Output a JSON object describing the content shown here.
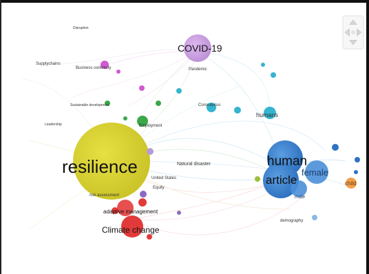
{
  "view": {
    "terms": [
      {
        "id": "resilience",
        "label": "resilience",
        "color": "#d6cf2a",
        "cluster": "yellow"
      },
      {
        "id": "covid",
        "label": "COVID-19",
        "color": "#c9a2e0",
        "cluster": "purple"
      },
      {
        "id": "human",
        "label": "human",
        "color": "#3f86d3",
        "cluster": "blue"
      },
      {
        "id": "article",
        "label": "article",
        "color": "#3f86d3",
        "cluster": "blue"
      },
      {
        "id": "female",
        "label": "female",
        "color": "#4a8fd8",
        "cluster": "blue"
      },
      {
        "id": "male",
        "label": "male",
        "color": "#4a8fd8",
        "cluster": "blue"
      },
      {
        "id": "climate",
        "label": "Climate change",
        "color": "#e23a3a",
        "cluster": "red"
      },
      {
        "id": "adaptive",
        "label": "adaptive management",
        "color": "#e23a3a",
        "cluster": "red"
      },
      {
        "id": "riskassess",
        "label": "risk assessment",
        "color": "#d6cf2a",
        "cluster": "yellow"
      },
      {
        "id": "pandemic",
        "label": "Pandemic",
        "color": "#c9a2e0",
        "cluster": "purple"
      },
      {
        "id": "coronavirus",
        "label": "Coronavirus",
        "color": "#35b5cf",
        "cluster": "cyan"
      },
      {
        "id": "humans",
        "label": "humans",
        "color": "#35b5cf",
        "cluster": "cyan"
      },
      {
        "id": "child",
        "label": "child",
        "color": "#f1a04a",
        "cluster": "orange"
      },
      {
        "id": "supplychain",
        "label": "Supplychains",
        "color": "#555555",
        "cluster": "grey"
      },
      {
        "id": "businesscontinuity",
        "label": "Business continuity",
        "color": "#d05ad0",
        "cluster": "magenta"
      },
      {
        "id": "sustainable",
        "label": "Sustainable development",
        "color": "#3aa84a",
        "cluster": "green"
      },
      {
        "id": "employment",
        "label": "Employment",
        "color": "#3aa84a",
        "cluster": "green"
      },
      {
        "id": "naturaldisaster",
        "label": "Natural disaster",
        "color": "#d6cf2a",
        "cluster": "yellow"
      },
      {
        "id": "unitedstates",
        "label": "United States",
        "color": "#d6cf2a",
        "cluster": "yellow"
      },
      {
        "id": "leadership",
        "label": "Leadership",
        "color": "#555555",
        "cluster": "grey"
      },
      {
        "id": "disruption",
        "label": "Disruption",
        "color": "#555555",
        "cluster": "grey"
      },
      {
        "id": "demography",
        "label": "demography",
        "color": "#3f86d3",
        "cluster": "blue"
      },
      {
        "id": "equity",
        "label": "Equity",
        "color": "#d6cf2a",
        "cluster": "yellow"
      }
    ]
  }
}
